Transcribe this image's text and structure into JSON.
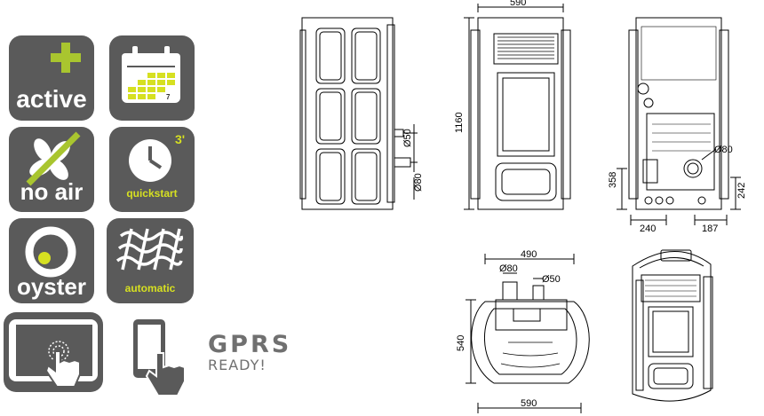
{
  "features": {
    "active": {
      "label": "active"
    },
    "calendar": {
      "day": "7"
    },
    "no_air": {
      "label": "no air"
    },
    "quickstart": {
      "label": "quickstart",
      "minutes": "3'"
    },
    "oyster": {
      "label": "oyster"
    },
    "automatic": {
      "label": "automatic"
    },
    "tablet": {},
    "phone": {},
    "gprs": {
      "title": "GPRS",
      "subtitle": "READY!"
    }
  },
  "dimensions": {
    "front_width": "590",
    "height": "1160",
    "side_pipe": "Ø50",
    "side_flue": "Ø80",
    "rear_flue": "Ø80",
    "rear_flue_height": "358",
    "rear_right_height": "242",
    "rear_left_offset": "240",
    "rear_right_offset": "187",
    "top_width": "490",
    "top_depth": "540",
    "top_bottom_width": "590",
    "top_flue": "Ø80",
    "top_pipe": "Ø50"
  },
  "colors": {
    "tile": "#5a5a5a",
    "accent_green": "#a9c52f",
    "yellow": "#d6e021",
    "text_gray": "#707070"
  }
}
